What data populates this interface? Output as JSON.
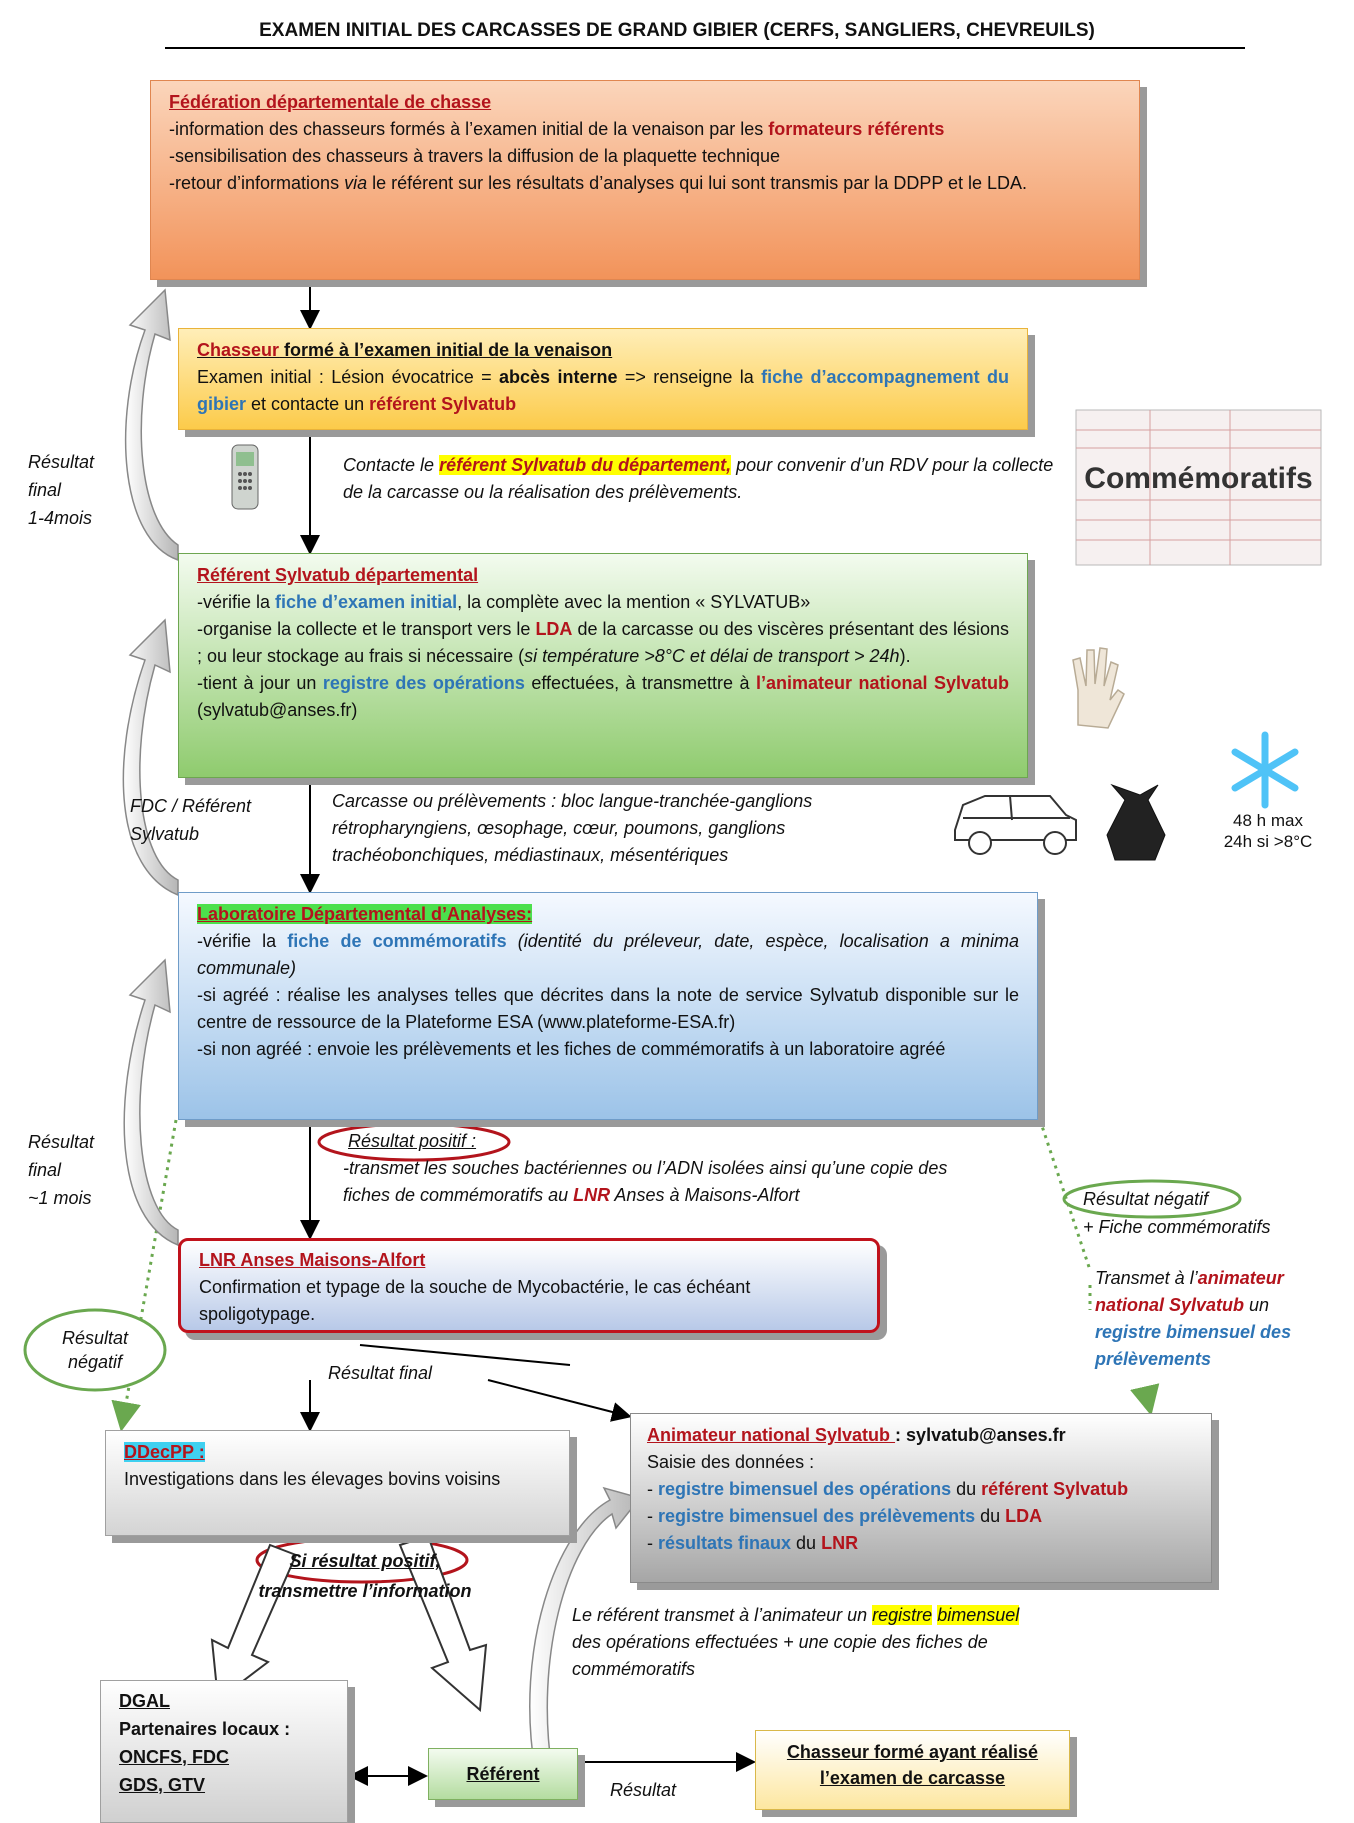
{
  "title": "EXAMEN INITIAL DES CARCASSES DE GRAND GIBIER (CERFS, SANGLIERS, CHEVREUILS)",
  "fdc": {
    "heading": "Fédération départementale de chasse",
    "line1_a": "-information des chasseurs formés à l’examen initial de la venaison par les ",
    "line1_b": "formateurs référents",
    "line2": "-sensibilisation des chasseurs à travers la diffusion de la plaquette technique",
    "line3_a": "-retour d’informations ",
    "line3_via": "via",
    "line3_b": " le référent sur les résultats d’analyses qui lui sont transmis par la DDPP et le LDA."
  },
  "chasseur": {
    "heading_a": "Chasseur",
    "heading_b": " formé à l’examen initial de la venaison",
    "body_a": "Examen initial : Lésion évocatrice = ",
    "body_bold": "abcès interne",
    "body_b": " => renseigne la ",
    "body_blue": "fiche d’accompagnement du gibier",
    "body_c": " et contacte un ",
    "body_red": "référent Sylvatub"
  },
  "contact_note": {
    "a": "Contacte le ",
    "hl": "référent Sylvatub du département,",
    "b": " pour convenir d’un RDV pour la collecte de la carcasse ou la réalisation des prélèvements."
  },
  "commemoratifs_label": "Commémoratifs",
  "referent_box": {
    "heading": "Référent Sylvatub départemental",
    "l1_a": "-vérifie la ",
    "l1_blue": "fiche d’examen initial",
    "l1_b": ", la complète avec la mention « SYLVATUB»",
    "l2_a": "-organise la collecte et le transport vers le ",
    "l2_red": "LDA",
    "l2_b": " de la carcasse ou des viscères présentant des lésions ; ou leur stockage au frais si nécessaire (",
    "l2_it": "si température >8°C et délai de transport > 24h",
    "l2_c": ").",
    "l3_a": "-tient à jour un ",
    "l3_blue": "registre des opérations",
    "l3_b": " effectuées, à transmettre à ",
    "l3_red": "l’animateur national Sylvatub",
    "l3_c": " (sylvatub@anses.fr)"
  },
  "carcasse_note": "Carcasse ou prélèvements : bloc langue-tranchée-ganglions rétropharyngiens, œsophage, cœur, poumons, ganglions trachéobonchiques, médiastinaux, mésentériques",
  "storage": {
    "line1": "48 h max",
    "line2": "24h si >8°C"
  },
  "lda": {
    "heading": "Laboratoire Départemental d’Analyses:",
    "l1_a": "-vérifie la ",
    "l1_blue": "fiche de commémoratifs",
    "l1_it": " (identité du préleveur, date, espèce, localisation a minima communale)",
    "l2": "-si agréé : réalise les analyses telles que décrites dans la note de service Sylvatub disponible sur le centre de ressource de la Plateforme ESA (www.plateforme-ESA.fr)",
    "l3": "-si non agréé : envoie les prélèvements et les fiches de commémoratifs à un laboratoire agréé"
  },
  "positive": {
    "label": "Résultat positif :",
    "a": "-transmet les souches bactériennes ou l’ADN isolées ainsi qu’une copie des fiches de commémoratifs au ",
    "red": "LNR",
    "b": " Anses à Maisons-Alfort"
  },
  "negative_right": {
    "label": "Résultat négatif",
    "sub": "+ Fiche commémoratifs",
    "t_a": "Transmet à l’",
    "t_red": "animateur national Sylvatub",
    "t_b": " un ",
    "t_blue": "registre bimensuel des prélèvements"
  },
  "lnr": {
    "heading": "LNR Anses Maisons-Alfort",
    "body": "Confirmation et typage de la souche de Mycobactérie, le cas échéant spoligotypage."
  },
  "negative_left": {
    "l1": "Résultat",
    "l2": "négatif"
  },
  "final_label": "Résultat final",
  "ddec": {
    "heading": "DDecPP :",
    "body": "Investigations dans les élevages bovins voisins"
  },
  "animateur": {
    "heading": "Animateur national Sylvatub ",
    "email": ": sylvatub@anses.fr",
    "saisie": "Saisie des données :",
    "r1_blue": "registre bimensuel des opérations",
    "r1_mid": " du ",
    "r1_red": "référent Sylvatub",
    "r2_blue": "registre bimensuel des prélèvements",
    "r2_mid": " du ",
    "r2_red": "LDA",
    "r3_blue": "résultats finaux",
    "r3_mid": " du ",
    "r3_red": "LNR"
  },
  "si_positif": {
    "l1": "Si résultat positif,",
    "l2": "transmettre l’information"
  },
  "transmit_note": {
    "a": "Le référent transmet à l’animateur un ",
    "hl1": "registre",
    "hl2": "bimensuel",
    "b": " des opérations effectuées + une copie des fiches de commémoratifs"
  },
  "dgal": {
    "l1": "DGAL",
    "l2": "Partenaires locaux :",
    "l3": "ONCFS, FDC",
    "l4": "GDS, GTV"
  },
  "referent_small": "Référent",
  "resultat_small": "Résultat",
  "chas2": {
    "l1": "Chasseur formé ayant réalisé",
    "l2": "l’examen de carcasse"
  },
  "side": {
    "s1": [
      "Résultat",
      "final",
      "1-4mois"
    ],
    "s2": [
      "FDC / Référent",
      "Sylvatub"
    ],
    "s3": [
      "Résultat",
      "final",
      "~1 mois"
    ]
  },
  "colors": {
    "red": "#b3141c",
    "blue": "#2e75b6",
    "green": "#6aa84f",
    "highlight": "#ffff00"
  }
}
